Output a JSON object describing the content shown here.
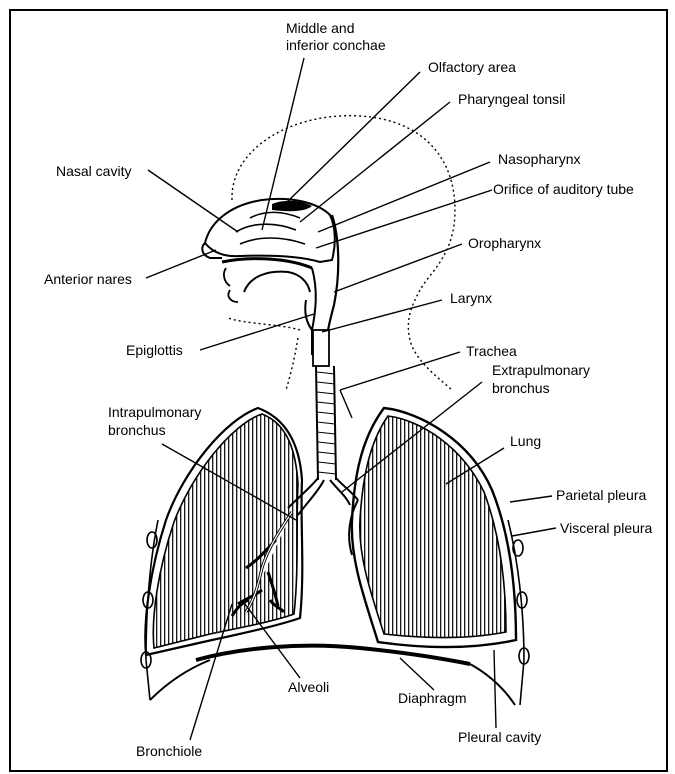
{
  "labels": {
    "middle_inferior_conchae": [
      "Middle and",
      "inferior conchae"
    ],
    "olfactory_area": "Olfactory area",
    "pharyngeal_tonsil": "Pharyngeal tonsil",
    "nasal_cavity": "Nasal cavity",
    "nasopharynx": "Nasopharynx",
    "orifice_auditory_tube": "Orifice of auditory tube",
    "anterior_nares": "Anterior nares",
    "oropharynx": "Oropharynx",
    "larynx": "Larynx",
    "epiglottis": "Epiglottis",
    "trachea": "Trachea",
    "extrapulmonary_bronchus": [
      "Extrapulmonary",
      "bronchus"
    ],
    "intrapulmonary_bronchus": [
      "Intrapulmonary",
      "bronchus"
    ],
    "lung": "Lung",
    "parietal_pleura": "Parietal pleura",
    "visceral_pleura": "Visceral pleura",
    "alveoli": "Alveoli",
    "diaphragm": "Diaphragm",
    "bronchiole": "Bronchiole",
    "pleural_cavity": "Pleural cavity"
  },
  "colors": {
    "ink": "#000000",
    "paper": "#ffffff"
  }
}
